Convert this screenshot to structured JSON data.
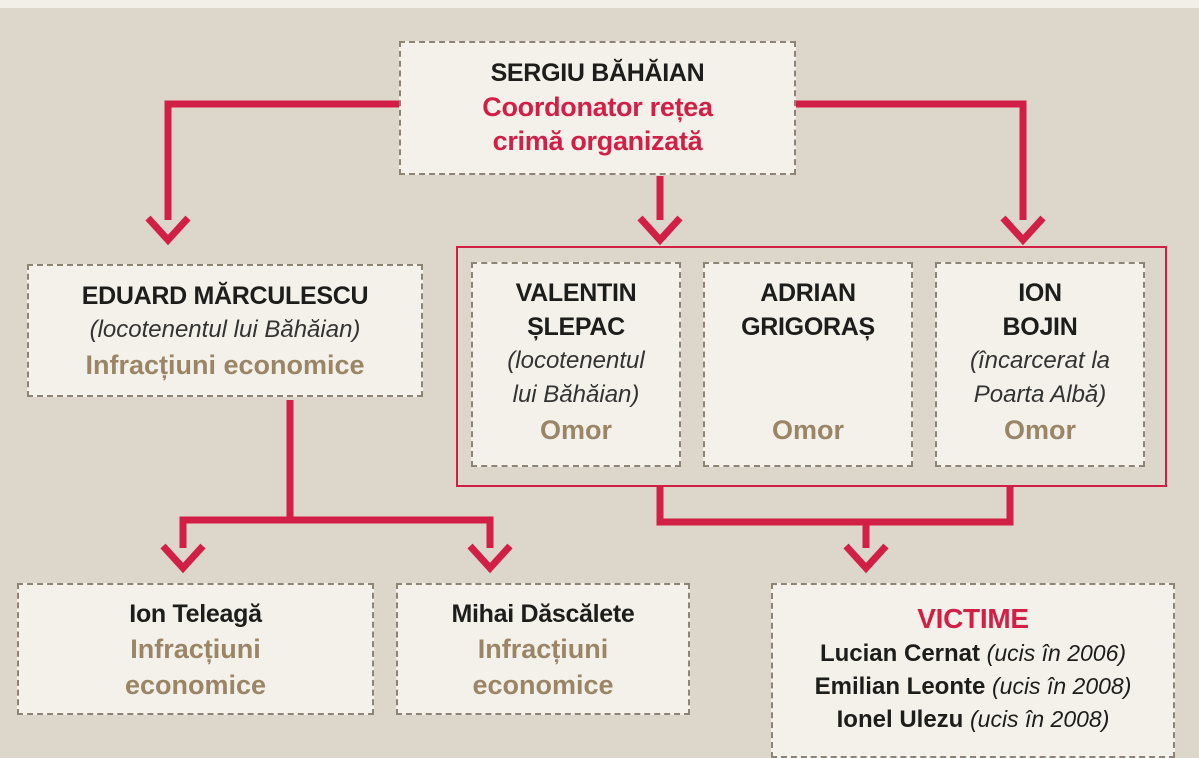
{
  "leader": {
    "name": "SERGIU BĂHĂIAN",
    "role_line1": "Coordonator rețea",
    "role_line2": "crimă organizată"
  },
  "marculescu": {
    "name": "EDUARD MĂRCULESCU",
    "note": "(locotenentul lui Băhăian)",
    "crime": "Infracțiuni economice"
  },
  "slepac": {
    "name_line1": "VALENTIN",
    "name_line2": "ȘLEPAC",
    "note_line1": "(locotenentul",
    "note_line2": "lui Băhăian)",
    "crime": "Omor"
  },
  "grigoras": {
    "name_line1": "ADRIAN",
    "name_line2": "GRIGORAȘ",
    "crime": "Omor"
  },
  "bojin": {
    "name_line1": "ION",
    "name_line2": "BOJIN",
    "note_line1": "(încarcerat la",
    "note_line2": "Poarta Albă)",
    "crime": "Omor"
  },
  "teleaga": {
    "name": "Ion Teleagă",
    "crime_line1": "Infracțiuni",
    "crime_line2": "economice"
  },
  "dascalete": {
    "name": "Mihai Dăscălete",
    "crime_line1": "Infracțiuni",
    "crime_line2": "economice"
  },
  "victims": {
    "title": "VICTIME",
    "items": [
      {
        "name": "Lucian Cernat",
        "note": "(ucis în 2006)"
      },
      {
        "name": "Emilian Leonte",
        "note": "(ucis în 2008)"
      },
      {
        "name": "Ionel Ulezu",
        "note": "(ucis în 2008)"
      }
    ]
  },
  "colors": {
    "arrow": "#d21f45",
    "box_bg": "#f4f1ea",
    "background": "#ddd6cb",
    "crime": "#9a8566"
  }
}
